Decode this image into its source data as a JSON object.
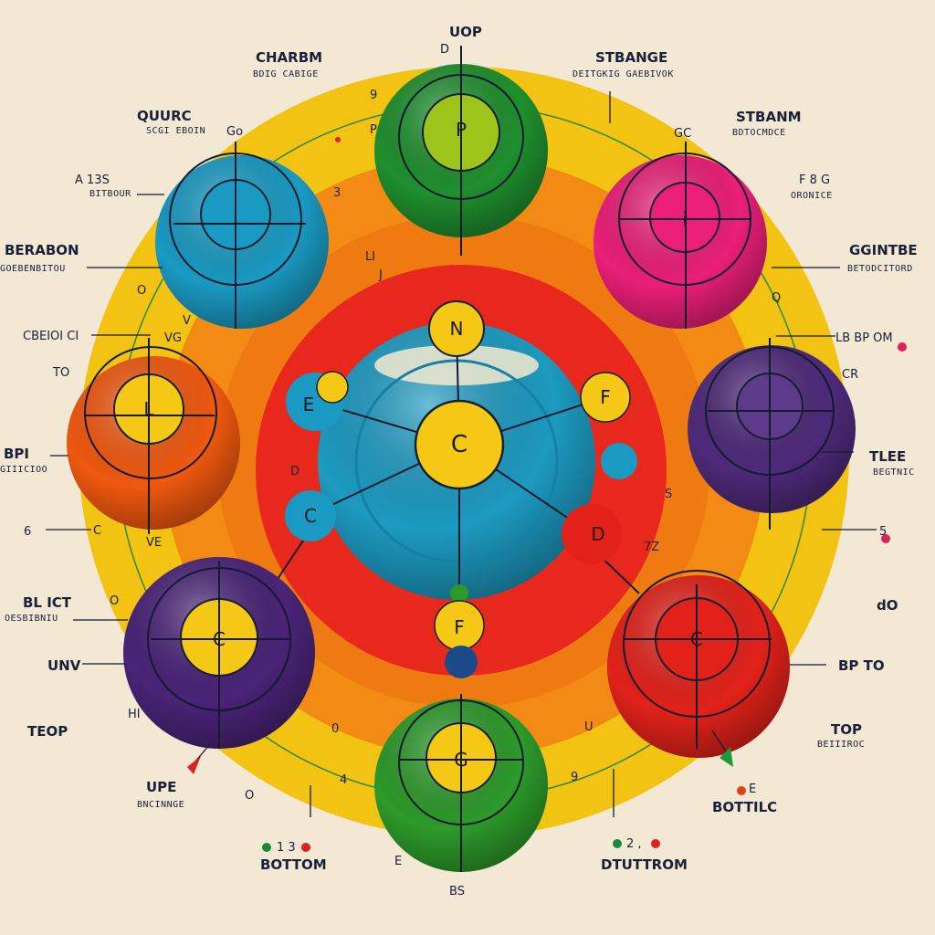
{
  "colors": {
    "background": "#f3e8d4",
    "outer_ring": "#f2c313",
    "middle_ring": "#f28a14",
    "inner_disk": "#e8281c",
    "nucleus": "#1d9ac0"
  },
  "top_label": {
    "title": "UOP",
    "mark": "D"
  },
  "labels": [
    {
      "title": "CHARBM",
      "sub": "BDIG CABIGE"
    },
    {
      "title": "STBANGE",
      "sub": "DEITGKIG GAEBIVOK"
    },
    {
      "title": "QUURC",
      "sub": "SCGI EBOIN"
    },
    {
      "title": "STBANM",
      "sub": "BDTOCMDCE"
    },
    {
      "title": "A 13S",
      "sub": "BITBOUR"
    },
    {
      "title": "F 8 G",
      "sub": "ORONICE"
    },
    {
      "title": "BERABON",
      "sub": "GOEBENBITOU"
    },
    {
      "title": "GGINTBE",
      "sub": "BETODCITORD"
    },
    {
      "title": "CBEIOI CI",
      "sub": ""
    },
    {
      "title": "LB BP OM",
      "sub": ""
    },
    {
      "title": "TO",
      "sub": ""
    },
    {
      "title": "CR",
      "sub": ""
    },
    {
      "title": "BPI",
      "sub": "GIIICIOO"
    },
    {
      "title": "TLEE",
      "sub": "BEGTNIC"
    },
    {
      "title": "6",
      "sub": ""
    },
    {
      "title": "5",
      "sub": ""
    },
    {
      "title": "BL ICT",
      "sub": "OESBIBNIU"
    },
    {
      "title": "dO",
      "sub": ""
    },
    {
      "title": "UNV",
      "sub": ""
    },
    {
      "title": "BP TO",
      "sub": ""
    },
    {
      "title": "TEOP",
      "sub": ""
    },
    {
      "title": "TOP",
      "sub": "BEIIIROC"
    },
    {
      "title": "UPE",
      "sub": "BNCINNGE"
    },
    {
      "title": "E",
      "sub": ""
    },
    {
      "title": "BOTTILC",
      "sub": ""
    },
    {
      "title": "1 3",
      "sub": ""
    },
    {
      "title": "BOTTOM",
      "sub": ""
    },
    {
      "title": "2 ,",
      "sub": ""
    },
    {
      "title": "DTUTTROM",
      "sub": ""
    },
    {
      "title": "E",
      "sub": ""
    },
    {
      "title": "BS",
      "sub": ""
    }
  ],
  "spheres": [
    {
      "name": "top",
      "color": "#1f8f2e",
      "core": "#9dc41a",
      "letter": "P"
    },
    {
      "name": "top-left",
      "color": "#1a9ac2",
      "core": "#1a9ac2",
      "letter": "I"
    },
    {
      "name": "top-right",
      "color": "#ea1f78",
      "core": "#ea1f78",
      "letter": "i"
    },
    {
      "name": "left",
      "color": "#f0580f",
      "core": "#f4c814",
      "letter": "L"
    },
    {
      "name": "right",
      "color": "#4e2a7a",
      "core": "#5d3a8a",
      "letter": "i"
    },
    {
      "name": "bottom-left",
      "color": "#4a2478",
      "core": "#f4c814",
      "letter": "C"
    },
    {
      "name": "bottom-right",
      "color": "#e2221a",
      "core": "#e2221a",
      "letter": "C"
    },
    {
      "name": "bottom",
      "color": "#2d9a2a",
      "core": "#f4c814",
      "letter": "G"
    }
  ],
  "particles": [
    {
      "letter": "N",
      "color": "#f4c814"
    },
    {
      "letter": "C",
      "color": "#f4c814"
    },
    {
      "letter": "E",
      "color": "#1a9ac2"
    },
    {
      "letter": "F",
      "color": "#f4c814"
    },
    {
      "letter": "C",
      "color": "#1a9ac2"
    },
    {
      "letter": "D",
      "color": "#e2221a"
    },
    {
      "letter": "F",
      "color": "#f4c814"
    }
  ],
  "ring_marks": [
    "9",
    "P",
    "LI",
    "J",
    "3",
    "O",
    "V",
    "VG",
    "D",
    "VE",
    "C",
    "O",
    "0",
    "U",
    "4",
    "9",
    "7Z",
    "S",
    "Q",
    "HI",
    "O",
    "GC",
    "Go"
  ]
}
